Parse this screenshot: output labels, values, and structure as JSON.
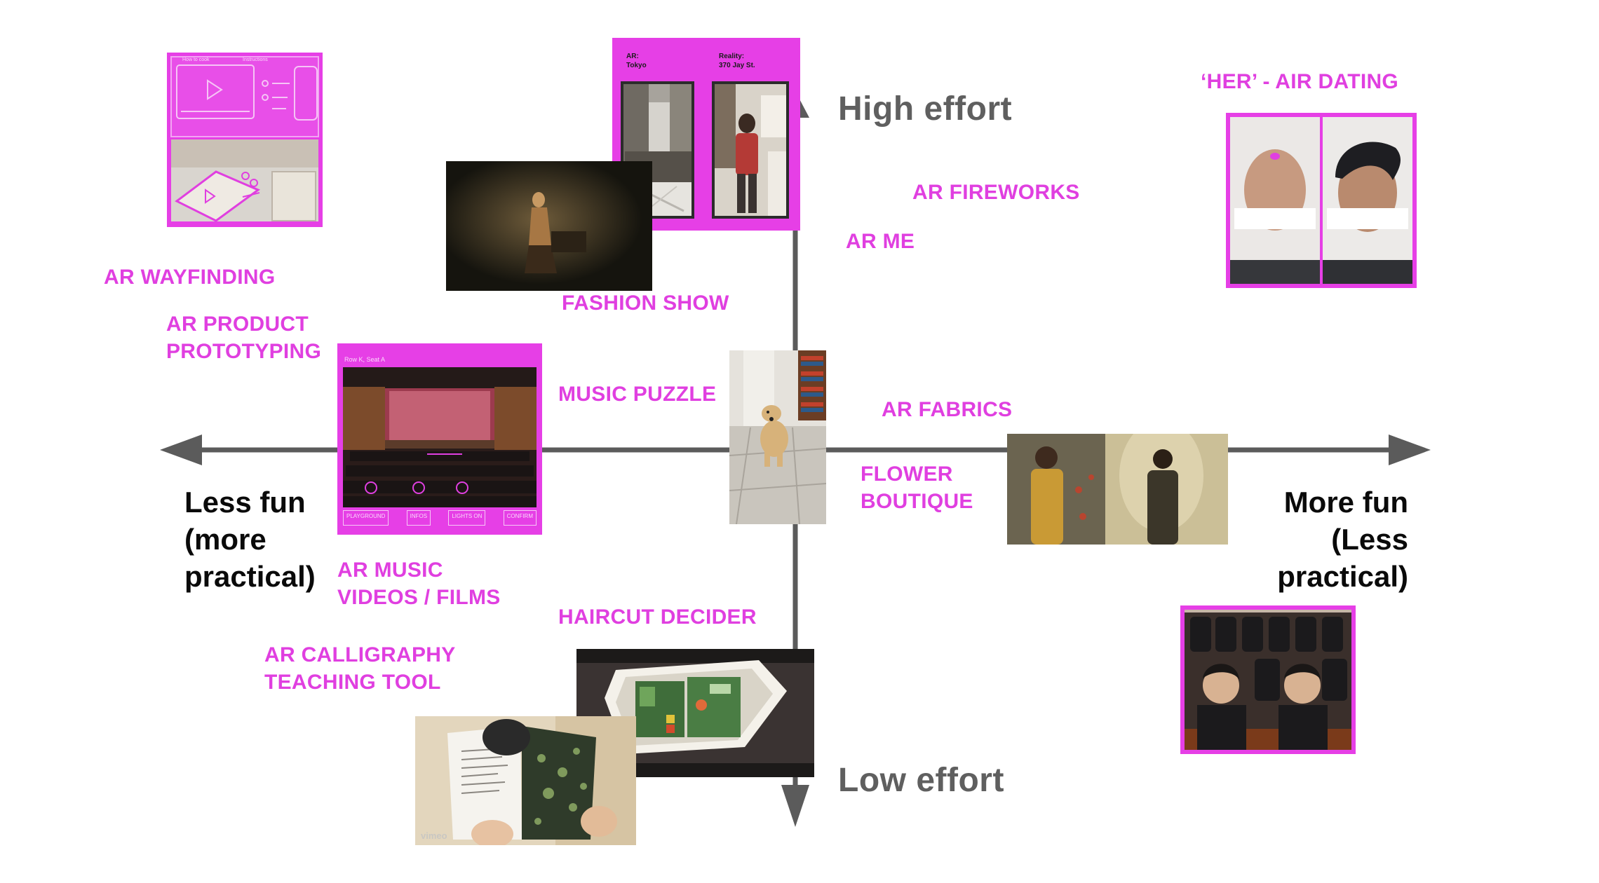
{
  "colors": {
    "accent": "#e03fe0",
    "frame": "#e63fe6",
    "axis": "#5b5b5b",
    "text": "#0a0a0a",
    "effort_text": "#5f5f5f"
  },
  "axes": {
    "top": "High effort",
    "bottom": "Low effort",
    "left": [
      "Less fun",
      "(more",
      "practical)"
    ],
    "right": [
      "More fun",
      "(Less",
      "practical)"
    ]
  },
  "labels": {
    "her": "‘HER’ - AIR DATING",
    "fireworks": "AR FIREWORKS",
    "me": "AR ME",
    "wayfinding": "AR WAYFINDING",
    "product": [
      "AR PRODUCT",
      "PROTOTYPING"
    ],
    "fashion": "FASHION SHOW",
    "music_puzzle": "MUSIC PUZZLE",
    "fabrics": "AR FABRICS",
    "flower": [
      "FLOWER",
      "BOUTIQUE"
    ],
    "music_videos": [
      "AR MUSIC",
      "VIDEOS / FILMS"
    ],
    "haircut": "HAIRCUT DECIDER",
    "calligraphy": [
      "AR CALLIGRAPHY",
      "TEACHING TOOL"
    ]
  },
  "images": {
    "tokyo": {
      "left_title": "AR:",
      "left_sub": "Tokyo",
      "right_title": "Reality:",
      "right_sub": "370 Jay St."
    },
    "theater": {
      "top_note": "Row K, Seat A",
      "buttons": [
        "PLAYGROUND",
        "INFOS",
        "LIGHTS ON",
        "CONFIRM"
      ]
    },
    "sketch": {
      "title": "How to cook",
      "note": "Instructions"
    },
    "vimeo": "vimeo"
  }
}
